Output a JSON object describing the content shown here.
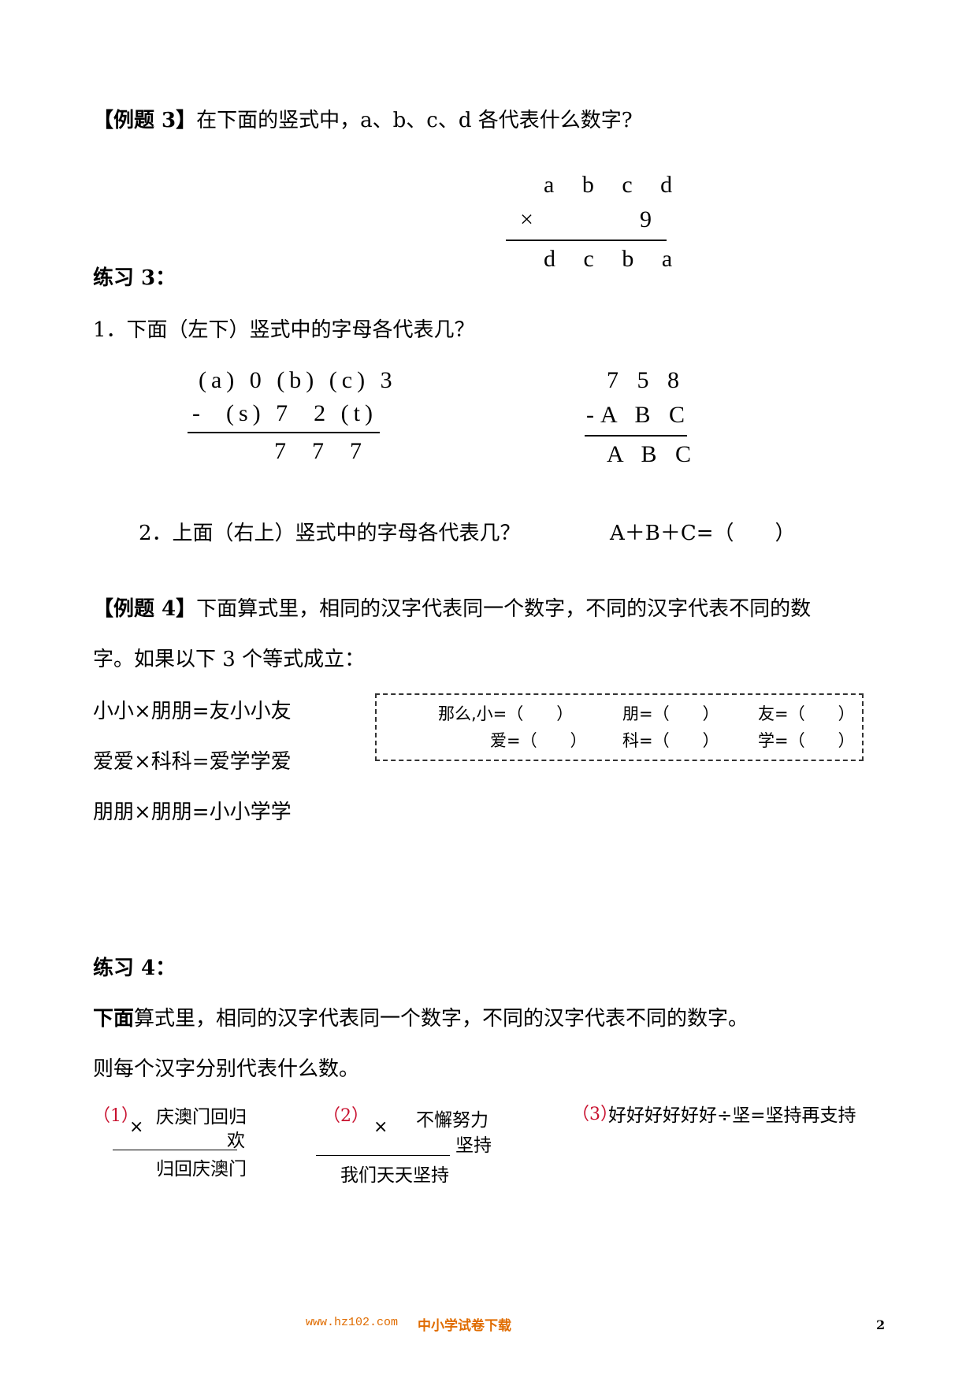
{
  "example3": {
    "tag": "【例题 3】",
    "text": "在下面的竖式中，a、b、c、d 各代表什么数字?",
    "vertical": {
      "row1": "a b c d",
      "op": "×",
      "row2": "9",
      "result": "d c b a"
    }
  },
  "practice3": {
    "title": "练习 3：",
    "q1": "1．下面（左下）竖式中的字母各代表几？",
    "left_calc": {
      "row1": "(a) 0 (b) (c) 3",
      "row2": "-  (s) 7  2 (t)",
      "result": "7  7  7"
    },
    "right_calc": {
      "row1": "7 5 8",
      "row2": "-A B C",
      "result": "A B C"
    },
    "q2": "2．上面（右上）竖式中的字母各代表几？",
    "q2_expr": "A＋B＋C=（　　）"
  },
  "example4": {
    "tag": "【例题 4】",
    "text1": "下面算式里，相同的汉字代表同一个数字，不同的汉字代表不同的数",
    "text2": "字。如果以下 3 个等式成立：",
    "equations": [
      "小小×朋朋=友小小友",
      "爱爱×科科=爱学学爱",
      "朋朋×朋朋=小小学学"
    ],
    "answer_box": {
      "row1": [
        "那么,小=（　　）",
        "朋=（　　）",
        "友=（　　）"
      ],
      "row2": [
        "爱=（　　）",
        "科=（　　）",
        "学=（　　）"
      ]
    }
  },
  "practice4": {
    "title": "练习 4：",
    "text1_bold": "下面",
    "text1": "算式里，相同的汉字代表同一个数字，不同的汉字代表不同的数字。",
    "text2": "则每个汉字分别代表什么数。",
    "p1": {
      "label": "（1）",
      "op": "×",
      "row1": "庆澳门回归",
      "row2": "欢",
      "result": "归回庆澳门"
    },
    "p2": {
      "label": "（2）",
      "op": "×",
      "row1": "不懈努力",
      "row2": "坚持",
      "result": "我们天天坚持"
    },
    "p3": {
      "label": "（3）",
      "text": "好好好好好好÷坚=坚持再支持"
    }
  },
  "footer": {
    "site": "www.hz102.com",
    "name": "中小学试卷下载",
    "page": "2",
    "color": "#e06c00"
  }
}
